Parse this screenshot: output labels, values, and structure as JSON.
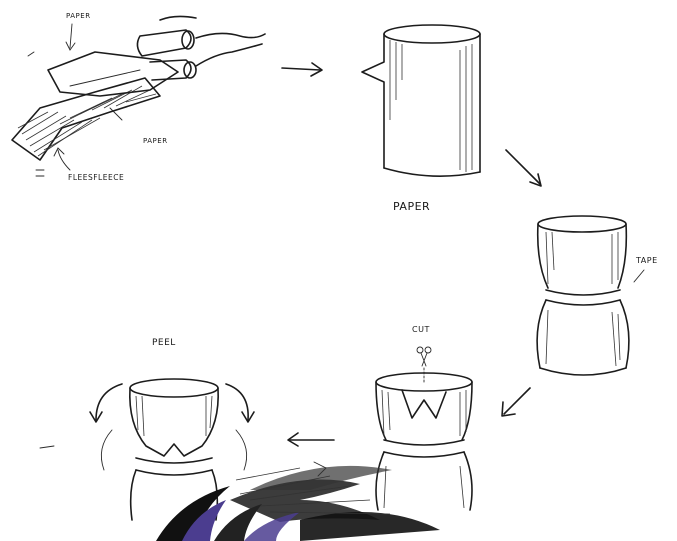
{
  "labels": {
    "paper_top": "PAPER",
    "paper_roll": "PAPER",
    "fleece_label": "FLEESFLEECE",
    "paper_caption": "PAPER",
    "tape": "TAPE",
    "cut": "CUT",
    "peel": "PEEL"
  },
  "colors": {
    "ink": "#1c1c1c",
    "brush_dark": "#111111",
    "brush_purple": "#4b3d8f"
  }
}
